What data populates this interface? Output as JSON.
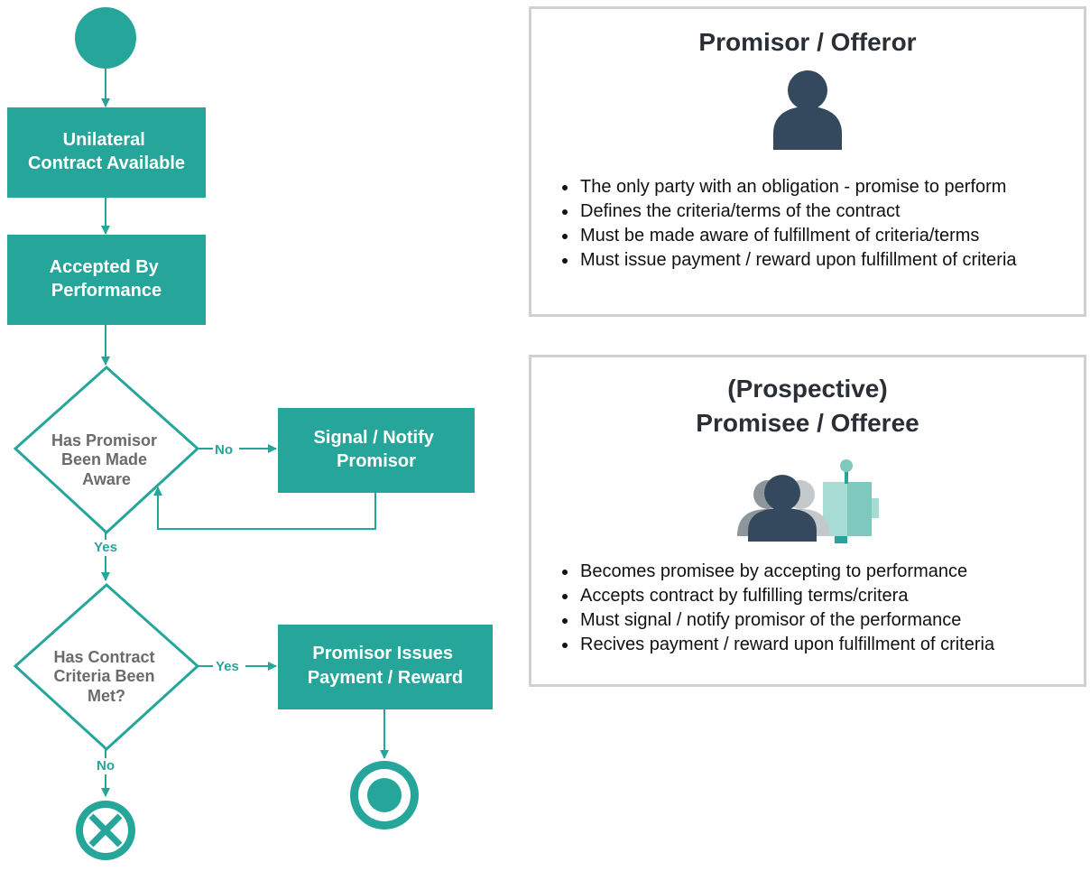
{
  "colors": {
    "teal": "#26a69a",
    "dark_navy": "#34495e",
    "gray_text": "#6b6b6b",
    "panel_border": "#d0d0d0"
  },
  "flowchart": {
    "start_icon": "start-node-icon",
    "box_unilateral": [
      "Unilateral",
      "Contract Available"
    ],
    "box_accepted": [
      "Accepted By",
      "Performance"
    ],
    "decision_aware": [
      "Has Promisor",
      "Been Made",
      "Aware"
    ],
    "box_signal": [
      "Signal / Notify",
      "Promisor"
    ],
    "decision_criteria": [
      "Has Contract",
      "Criteria Been",
      "Met?"
    ],
    "box_issues": [
      "Promisor Issues",
      "Payment / Reward"
    ],
    "edge_labels": {
      "aware_no": "No",
      "aware_yes": "Yes",
      "criteria_yes": "Yes",
      "criteria_no": "No"
    },
    "end_fail_icon": "cancel-end-node-icon",
    "end_success_icon": "final-end-node-icon"
  },
  "promisor_panel": {
    "title": "Promisor / Offeror",
    "icon": "person-icon",
    "bullets": [
      "The only party with an obligation - promise to perform",
      "Defines the criteria/terms of the contract",
      "Must be made aware of fulfillment of criteria/terms",
      "Must issue payment / reward upon fulfillment of criteria"
    ]
  },
  "promisee_panel": {
    "title_line1": "(Prospective)",
    "title_line2": "Promisee / Offeree",
    "icon": "group-and-robot-icon",
    "bullets": [
      "Becomes promisee by accepting to performance",
      "Accepts contract by fulfilling terms/critera",
      "Must signal / notify promisor of the performance",
      "Recives payment / reward upon fulfillment of criteria"
    ]
  }
}
